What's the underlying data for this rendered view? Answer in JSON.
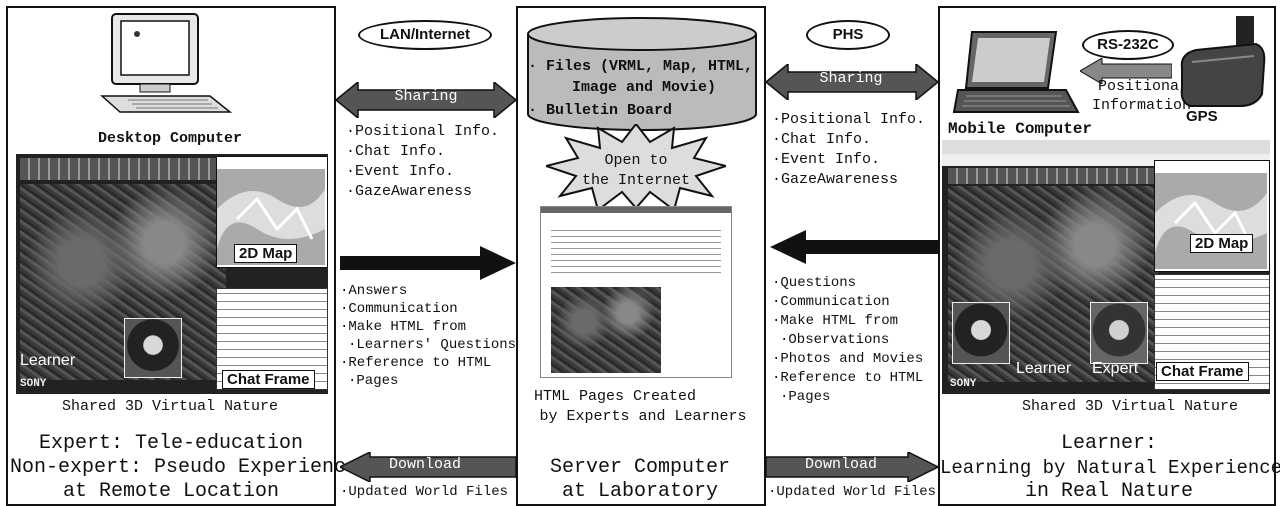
{
  "left": {
    "device_caption": "Desktop Computer",
    "map_tag": "2D Map",
    "learner_tag": "Learner",
    "chat_tag": "Chat Frame",
    "sony": "SONY",
    "window_caption": "Shared 3D Virtual Nature",
    "role_line1": "Expert: Tele-education",
    "role_line2": "Non-expert: Pseudo Experience",
    "role_line3": "at Remote Location"
  },
  "link_left": {
    "protocol": "LAN/Internet",
    "sharing_label": "Sharing",
    "shared_items": [
      "Positional Info.",
      "Chat Info.",
      "Event Info.",
      "GazeAwareness"
    ],
    "upload_items": [
      "Answers",
      "Communication",
      "Make HTML from",
      "Learners' Questions",
      "Reference to HTML",
      "Pages"
    ],
    "download_label": "Download",
    "download_item": "Updated World Files"
  },
  "center": {
    "db_line1": "· Files (VRML, Map, HTML,",
    "db_line2": "Image and Movie)",
    "db_line3": "· Bulletin Board",
    "burst_line1": "Open to",
    "burst_line2": "the Internet",
    "html_caption1": "HTML Pages Created",
    "html_caption2": "by Experts and Learners",
    "server_line1": "Server Computer",
    "server_line2": "at Laboratory"
  },
  "link_right": {
    "protocol": "PHS",
    "sharing_label": "Sharing",
    "shared_items": [
      "Positional Info.",
      "Chat Info.",
      "Event Info.",
      "GazeAwareness"
    ],
    "upload_items": [
      "Questions",
      "Communication",
      "Make HTML from",
      "Observations",
      "Photos and Movies",
      "Reference to HTML",
      "Pages"
    ],
    "download_label": "Download",
    "download_item": "Updated World Files"
  },
  "right": {
    "rs232c": "RS-232C",
    "positional_line1": "Positional",
    "positional_line2": "Information",
    "gps": "GPS",
    "device_caption": "Mobile Computer",
    "map_tag": "2D Map",
    "learner_tag": "Learner",
    "expert_tag": "Expert",
    "chat_tag": "Chat Frame",
    "sony": "SONY",
    "window_caption": "Shared 3D Virtual Nature",
    "role_line1": "Learner:",
    "role_line2": "Learning by Natural Experience",
    "role_line3": "in Real Nature"
  }
}
